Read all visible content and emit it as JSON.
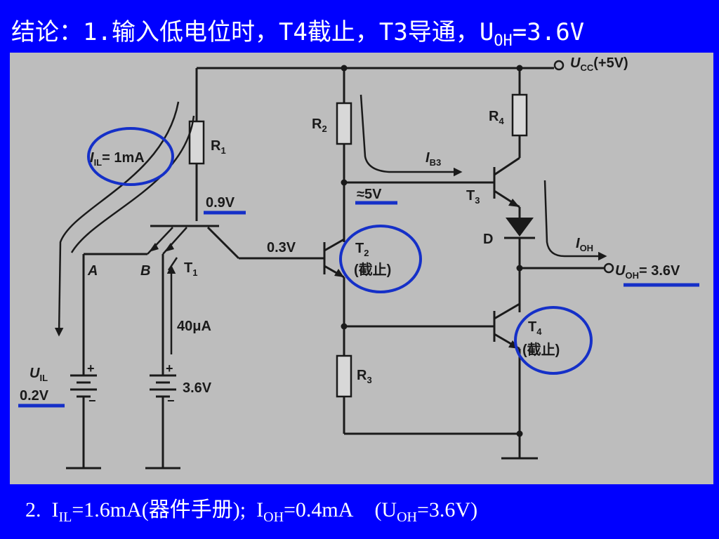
{
  "title": {
    "text_before": "结论：1.输入低电位时，T4截止，T3导通，U",
    "sub": "OH",
    "text_after": "=3.6V"
  },
  "schematic": {
    "ucc_label": "U",
    "ucc_sub": "CC",
    "ucc_value": "(+5V)",
    "r1": "R",
    "r1_sub": "1",
    "r2": "R",
    "r2_sub": "2",
    "r3": "R",
    "r3_sub": "3",
    "r4": "R",
    "r4_sub": "4",
    "iil_label": "I",
    "iil_sub": "IL",
    "iil_value": "= 1mA",
    "v09": "0.9V",
    "v03": "0.3V",
    "v5": "≈5V",
    "ib3": "I",
    "ib3_sub": "B3",
    "t1": "T",
    "t1_sub": "1",
    "t2": "T",
    "t2_sub": "2",
    "t2_state": "(截止)",
    "t3": "T",
    "t3_sub": "3",
    "t4": "T",
    "t4_sub": "4",
    "t4_state": "(截止)",
    "diode": "D",
    "ioh": "I",
    "ioh_sub": "OH",
    "uoh": "U",
    "uoh_sub": "OH",
    "uoh_value": "= 3.6V",
    "node_a": "A",
    "node_b": "B",
    "current_40": "40μA",
    "uil": "U",
    "uil_sub": "IL",
    "uil_value": "0.2V",
    "battery_b": "3.6V",
    "plus": "+",
    "minus": "−"
  },
  "footer": {
    "num": "2.",
    "i1": "I",
    "i1_sub": "IL",
    "part1": "=1.6mA(器件手册);",
    "i2": "I",
    "i2_sub": "OH",
    "part2": "=0.4mA",
    "paren_open": "(U",
    "u_sub": "OH",
    "paren_close": "=3.6V)"
  },
  "colors": {
    "slide_background": "#0000FF",
    "schematic_background": "#BDBDBD",
    "annotation_blue": "#1530C8"
  }
}
